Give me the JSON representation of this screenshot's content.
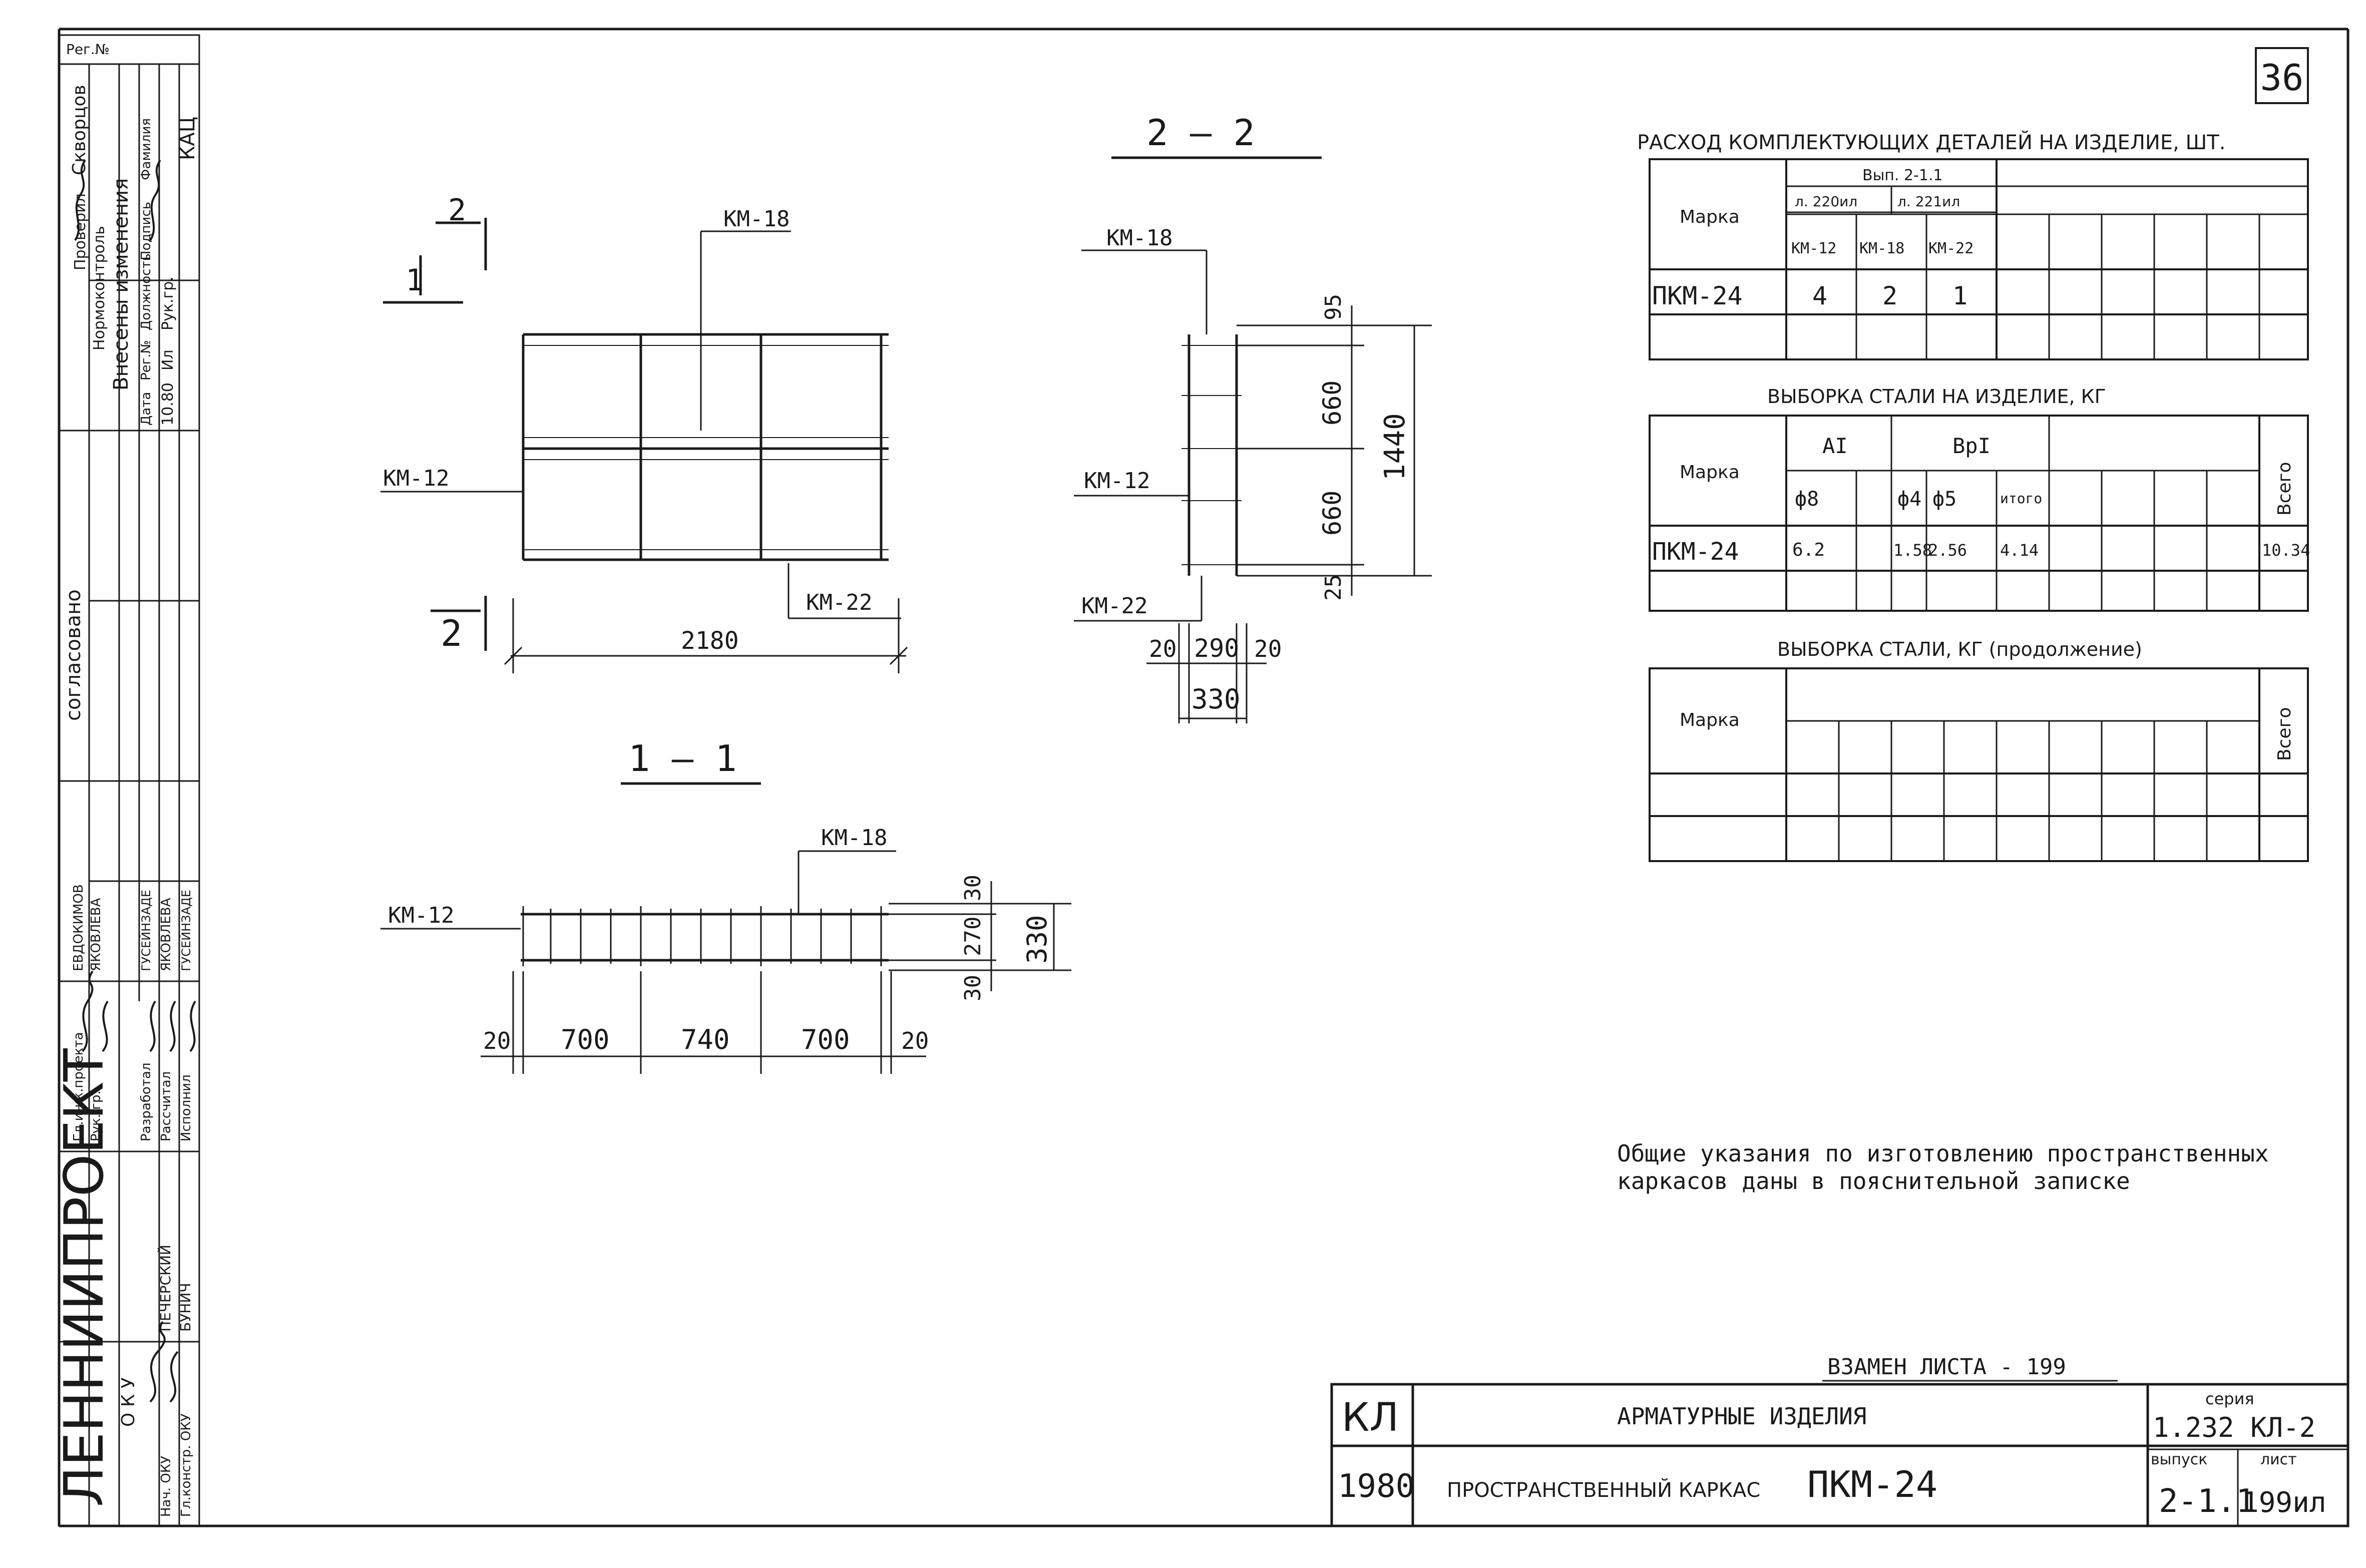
{
  "sheet_number": "36",
  "sections": {
    "s22": "2 — 2",
    "s11": "1 — 1"
  },
  "marks": {
    "mark_1": "1",
    "mark_2": "2",
    "km12": "КМ-12",
    "km18": "КМ-18",
    "km22": "КМ-22"
  },
  "dims": {
    "d2180": "2180",
    "d95": "95",
    "d660a": "660",
    "d660b": "660",
    "d25": "25",
    "d1440": "1440",
    "d20a": "20",
    "d290": "290",
    "d20b": "20",
    "d330": "330",
    "d30a": "30",
    "d270": "270",
    "d30b": "30",
    "d330b": "330",
    "d20c": "20",
    "d700a": "700",
    "d740": "740",
    "d700b": "700",
    "d20d": "20"
  },
  "table1": {
    "title": "РАСХОД КОМПЛЕКТУЮЩИХ ДЕТАЛЕЙ НА ИЗДЕЛИЕ, ШТ.",
    "marka": "Марка",
    "vyp": "Вып. 2-1.1",
    "l220": "л. 220ил",
    "l221": "л. 221ил",
    "c1": "КМ-12",
    "c2": "КМ-18",
    "c3": "КМ-22",
    "row_mark": "ПКМ-24",
    "v1": "4",
    "v2": "2",
    "v3": "1"
  },
  "table2": {
    "title": "ВЫБОРКА СТАЛИ НА ИЗДЕЛИЕ, КГ",
    "marka": "Марка",
    "g1": "АI",
    "g2": "ВрI",
    "c1": "ф8",
    "c2": "ф4",
    "c3": "ф5",
    "c4": "итого",
    "total": "Всего",
    "row_mark": "ПКМ-24",
    "v1": "6.2",
    "v2": "1.58",
    "v3": "2.56",
    "v4": "4.14",
    "vt": "10.34"
  },
  "table3": {
    "title": "ВЫБОРКА СТАЛИ, КГ (продолжение)",
    "marka": "Марка",
    "total": "Всего"
  },
  "note": {
    "line1": "Общие указания по изготовлению пространственных",
    "line2": "каркасов даны в пояснительной записке"
  },
  "replaces": "ВЗАМЕН ЛИСТА - 199",
  "title_block": {
    "kl": "КЛ",
    "year": "1980",
    "name1": "АРМАТУРНЫЕ ИЗДЕЛИЯ",
    "name2_prefix": "ПРОСТРАНСТВЕННЫЙ КАРКАС",
    "name2_mark": "ПКМ-24",
    "seria_label": "серия",
    "seria": "1.232 КЛ-2",
    "vypusk_label": "выпуск",
    "vypusk": "2-1.1",
    "list_label": "лист",
    "list": "199ил"
  },
  "side_block": {
    "reg": "Рег.№",
    "org": "ЛЕННИИПРОЕКТ",
    "oku": "О К У",
    "changes": "Внесены изменения",
    "date_col": "Дата",
    "regno_col": "Рег.№",
    "position_col": "Должность",
    "sign_col": "Подпись",
    "surname_col": "Фамилия",
    "change_date": "10.80",
    "change_reg": "Ил",
    "change_pos": "Рук.гр.",
    "change_name": "КАЦ",
    "proveril": "Проверил",
    "normokontr": "Нормоконтроль",
    "skvor": "Скворцов",
    "soglasovano": "согласовано",
    "gl_ing": "Гл.инж.проекта",
    "ruk_gr": "Рук. гр.",
    "razrab": "Разработал",
    "rasschital": "Рассчитал",
    "ispolnil": "Исполнил",
    "evdokimov": "ЕВДОКИМОВ",
    "yakovleva": "ЯКОВЛЕВА",
    "guseinzade1": "ГУСЕЙНЗАДЕ",
    "yakovleva2": "ЯКОВЛЕВА",
    "guseinzade2": "ГУСЕЙНЗАДЕ",
    "nach_oku": "Нач. ОКУ",
    "gl_konstr": "Гл.констр. ОКУ",
    "pechersky": "ПЕЧЕРСКИЙ",
    "bunich": "БУНИЧ"
  }
}
